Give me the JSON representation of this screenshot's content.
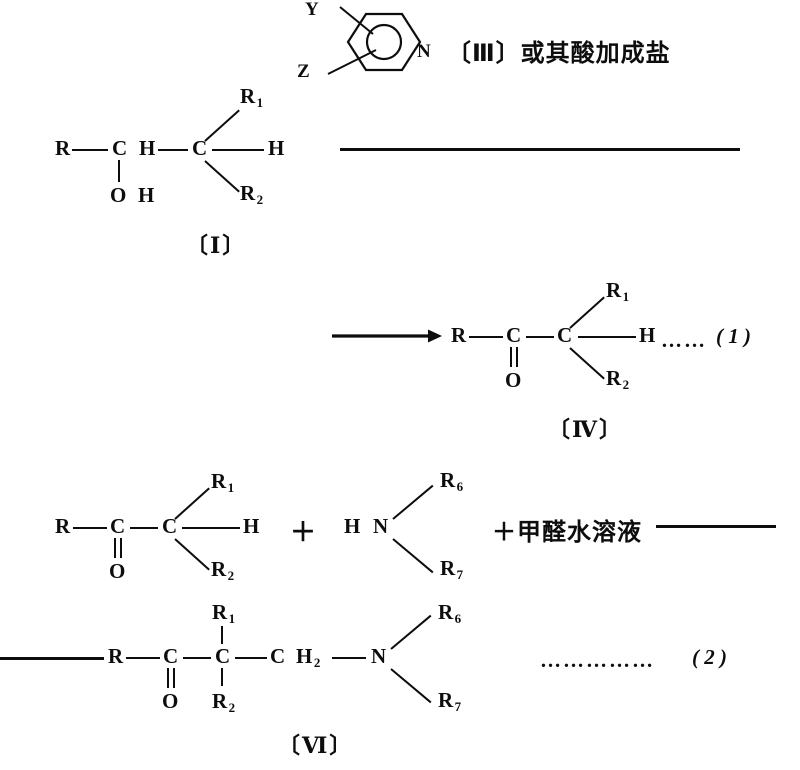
{
  "document": {
    "type": "chemical-reaction-scheme",
    "language": "zh-CN"
  },
  "scheme": {
    "reagent_note": "〔Ⅲ〕或其酸加成盐",
    "formaldehyde_note": "＋甲醛水溶液",
    "plus_sign": "＋"
  },
  "pyridine_ring": {
    "substituent_y": "Y",
    "substituent_z": "Z",
    "nitrogen": "N"
  },
  "structure_1": {
    "label": "〔Ⅰ〕",
    "atoms": {
      "r": "R",
      "c1": "C",
      "h1": "H",
      "c2": "C",
      "h2": "H",
      "o": "O",
      "h3": "H",
      "r1": "R",
      "r1_sub": "1",
      "r2": "R",
      "r2_sub": "2"
    }
  },
  "structure_4": {
    "label": "〔Ⅳ〕",
    "equation_number": "( 1 )",
    "dots": "……",
    "atoms": {
      "r": "R",
      "c1": "C",
      "c2": "C",
      "h": "H",
      "o": "O",
      "r1": "R",
      "r1_sub": "1",
      "r2": "R",
      "r2_sub": "2"
    }
  },
  "structure_4b": {
    "atoms": {
      "r": "R",
      "c1": "C",
      "c2": "C",
      "h": "H",
      "o": "O",
      "r1": "R",
      "r1_sub": "1",
      "r2": "R",
      "r2_sub": "2"
    }
  },
  "amine": {
    "h": "H",
    "n": "N",
    "r6": "R",
    "r6_sub": "6",
    "r7": "R",
    "r7_sub": "7"
  },
  "structure_6": {
    "label": "〔Ⅵ〕",
    "equation_number": "( 2 )",
    "dots": "……………",
    "atoms": {
      "r": "R",
      "c1": "C",
      "c2": "C",
      "c3": "C",
      "h3": "H",
      "h3_sub": "2",
      "n": "N",
      "o": "O",
      "r1": "R",
      "r1_sub": "1",
      "r2": "R",
      "r2_sub": "2",
      "r6": "R",
      "r6_sub": "6",
      "r7": "R",
      "r7_sub": "7"
    }
  },
  "colors": {
    "ink": "#0d0d0d",
    "paper": "#ffffff"
  }
}
